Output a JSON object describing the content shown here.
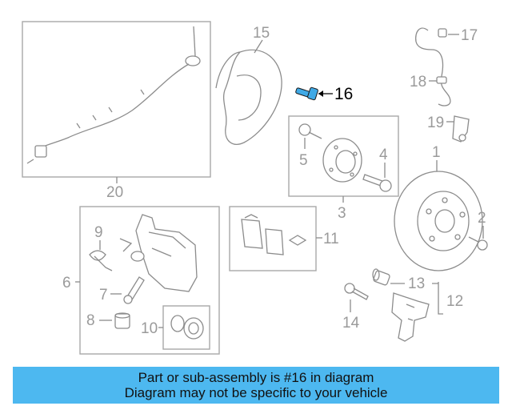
{
  "diagram": {
    "callouts": [
      "1",
      "2",
      "3",
      "4",
      "5",
      "6",
      "7",
      "8",
      "9",
      "10",
      "11",
      "12",
      "13",
      "14",
      "15",
      "16",
      "17",
      "18",
      "19",
      "20"
    ],
    "highlighted_part": "16",
    "highlight_color": "#3fa9e6",
    "line_color": "#8c8c8c"
  },
  "banner": {
    "line1": "Part or sub-assembly is #16 in diagram",
    "line2": "Diagram may not be specific to your vehicle",
    "color": "#4db8f0"
  }
}
